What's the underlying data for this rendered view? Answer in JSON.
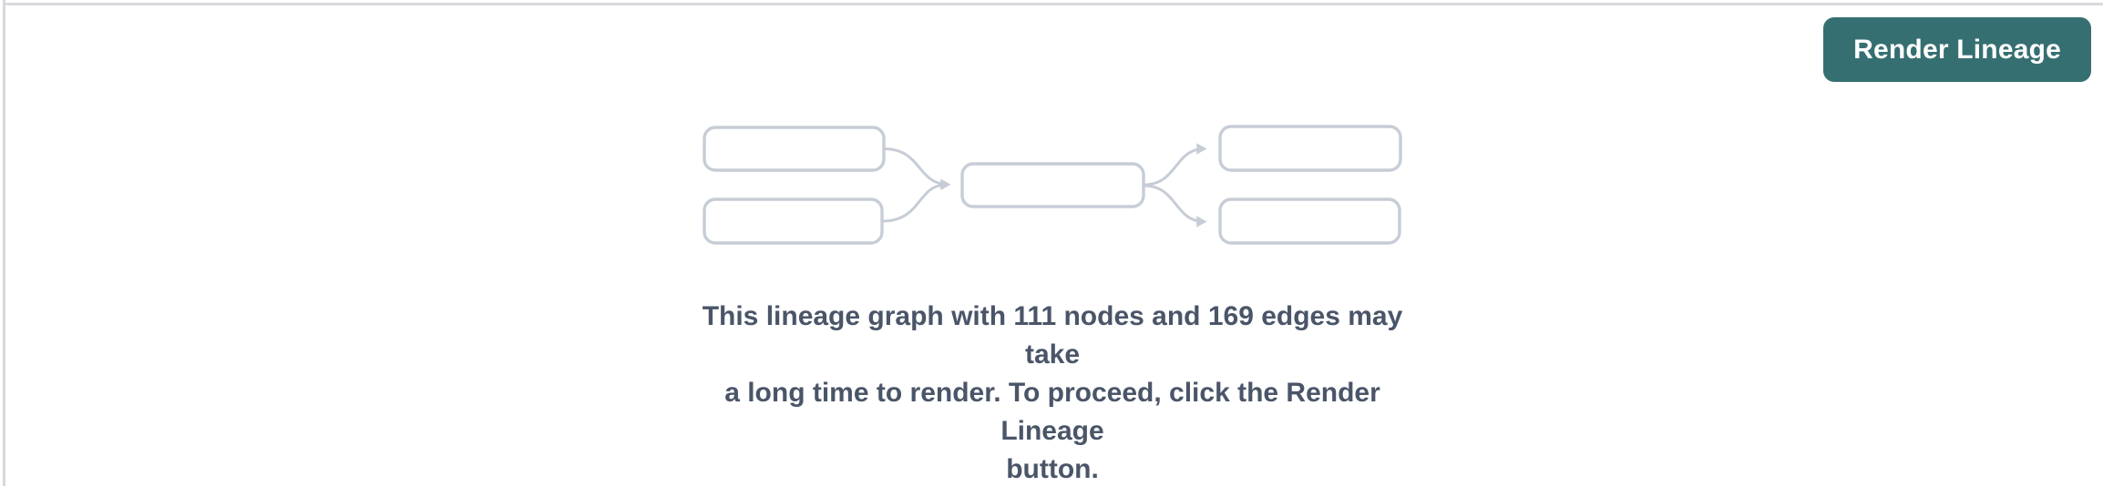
{
  "colors": {
    "accent": "#366F72",
    "button_text": "#FFFFFF",
    "node_border": "#C7CDD6",
    "node_fill": "#FFFFFF",
    "message_text": "#4A5568",
    "panel_border": "#D9DADD"
  },
  "toolbar": {
    "render_button_label": "Render Lineage"
  },
  "placeholder": {
    "node_count": "111",
    "edge_count": "169",
    "message": "This lineage graph with 111 nodes and 169 edges may take a long time to render. To proceed, click the Render Lineage button.",
    "message_lines": [
      "This lineage graph with 111 nodes and 169 edges may take",
      "a long time to render. To proceed, click the Render Lineage",
      "button."
    ],
    "graphic_icon": "lineage-graph-placeholder-icon"
  }
}
